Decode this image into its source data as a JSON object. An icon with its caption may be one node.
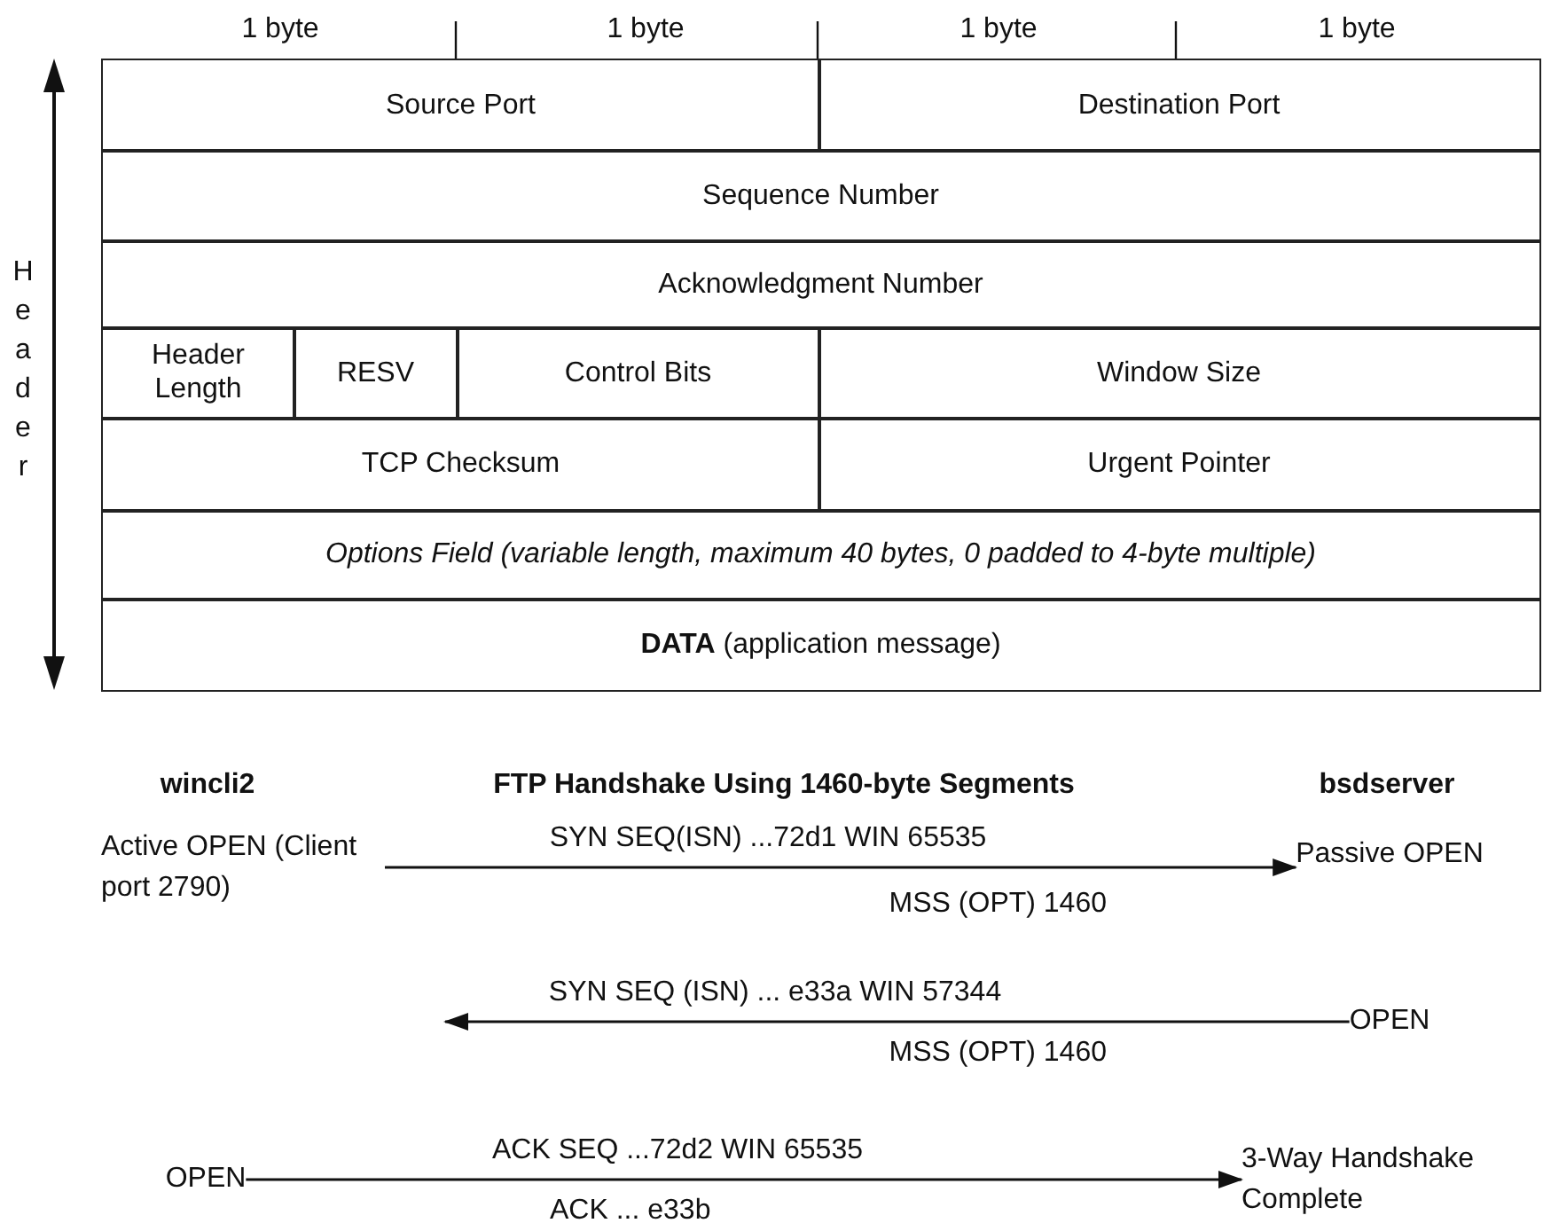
{
  "diagram": {
    "nodes": [
      {
        "text": [
          "Source Port"
        ]
      },
      {
        "text": [
          "Destination Port"
        ]
      },
      {
        "text": [
          "Sequence Number"
        ]
      },
      {
        "text": [
          "Acknowledgment Number"
        ]
      },
      {
        "text": [
          "Header Length"
        ]
      },
      {
        "text": [
          "RESV"
        ]
      },
      {
        "text": [
          "Control Bits"
        ]
      },
      {
        "text": [
          "Window Size"
        ]
      },
      {
        "text": [
          "TCP Checksum"
        ]
      },
      {
        "text": [
          "Urgent Pointer"
        ]
      },
      {
        "text": [
          "Options Field (variable length, maximum 40 bytes, 0 padded to 4-byte multiple)"
        ]
      },
      {
        "text": [
          "**DATA** (application message)"
        ]
      },
      {
        "text": [
          "Active OPEN (Client port 2790)"
        ]
      },
      {
        "text": [
          "Passive OPEN"
        ]
      },
      {
        "text": [
          "OPEN"
        ]
      },
      {
        "text": [
          "OPEN"
        ]
      },
      {
        "text": [
          "3-Way Handshake Complete"
        ]
      }
    ],
    "edges": [
      {
        "from": 12,
        "to": 13,
        "arrow": "to",
        "label": "SYN SEQ(ISN) ...72d1 WIN 65535"
      },
      {
        "from": 14,
        "to": null,
        "arrow": "to",
        "label": "SYN SEQ (ISN) ... e33a WIN 57344"
      },
      {
        "from": 15,
        "to": 16,
        "arrow": "to",
        "label": "ACK SEQ ...72d2 WIN 65535"
      }
    ],
    "labels": [
      "1 byte",
      "1 byte",
      "1 byte",
      "1 byte",
      "Header",
      "wincli2",
      "FTP Handshake Using 1460-byte Segments",
      "bsdserver",
      "MSS (OPT) 1460",
      "MSS (OPT) 1460",
      "ACK ... e33b"
    ]
  }
}
